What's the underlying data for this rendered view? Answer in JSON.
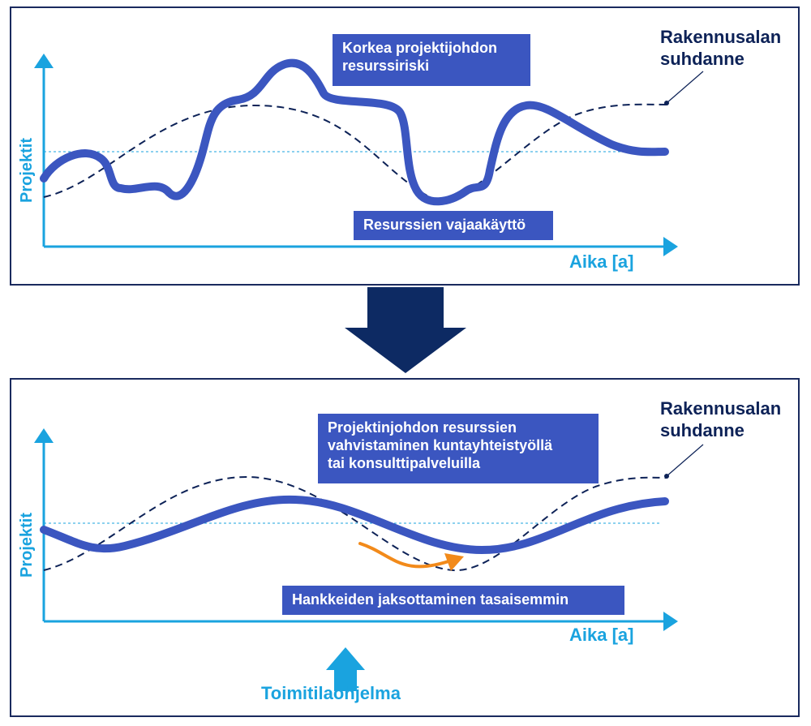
{
  "top_panel": {
    "box_high_risk": "Korkea projektijohdon resurssiriski",
    "box_underuse": "Resurssien vajaakäyttö",
    "cycle_label_line1": "Rakennusalan",
    "cycle_label_line2": "suhdanne",
    "y_axis_label": "Projektit",
    "x_axis_label": "Aika [a]"
  },
  "bottom_panel": {
    "box_strengthen_line1": "Projektinjohdon resurssien",
    "box_strengthen_line2": "vahvistaminen kuntayhteistyöllä",
    "box_strengthen_line3": "tai konsulttipalveluilla",
    "box_scheduling": "Hankkeiden jaksottaminen tasaisemmin",
    "cycle_label_line1": "Rakennusalan",
    "cycle_label_line2": "suhdanne",
    "y_axis_label": "Projektit",
    "x_axis_label": "Aika [a]",
    "program_label": "Toimitilaohjelma"
  },
  "colors": {
    "frame": "#1a2a5e",
    "project_curve": "#3b56c0",
    "cycle_curve": "#0d2257",
    "axis": "#1aa3df",
    "transition_arrow": "#0d2a63",
    "shift_arrow": "#f28a1a"
  }
}
